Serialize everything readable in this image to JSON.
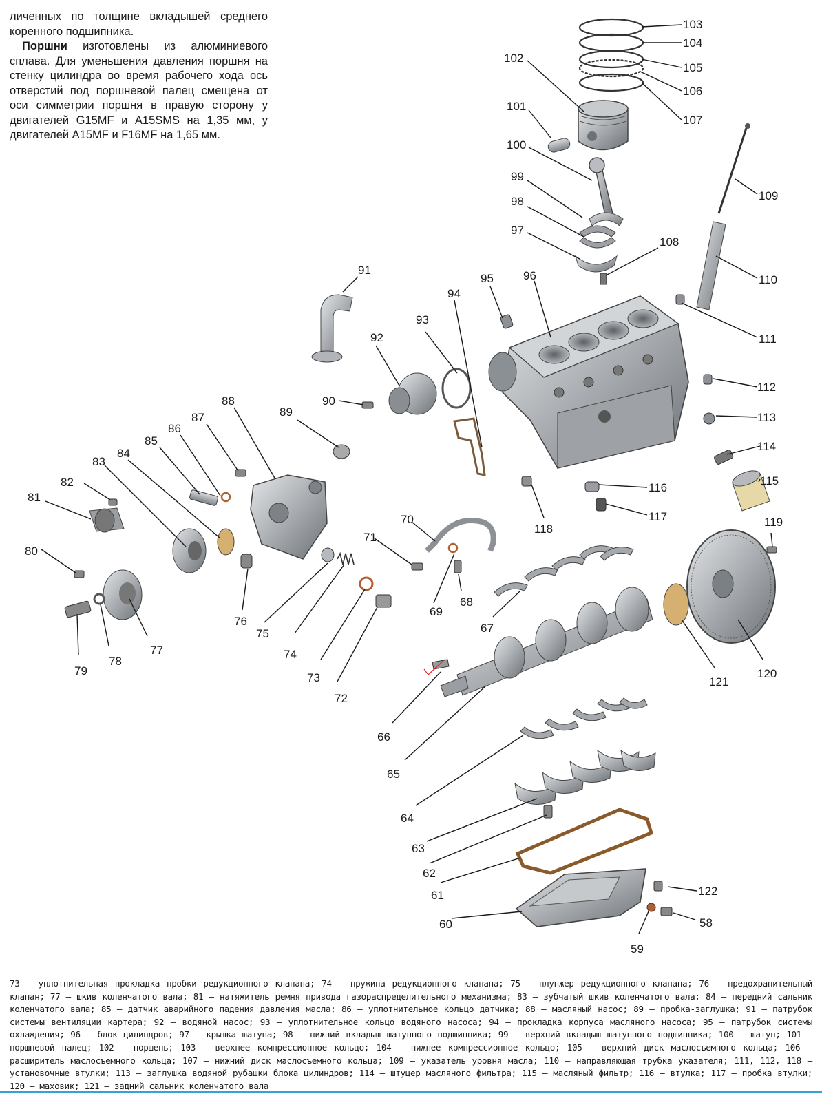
{
  "intro": {
    "para1": "личенных по толщине вкладышей среднего коренного подшипника.",
    "para2_bold": "Поршни",
    "para2_rest": " изготовлены из алюминиевого сплава. Для уменьшения давления поршня на стенку цилиндра во время рабочего хода ось отверстий под поршневой палец смещена от оси симметрии поршня в правую сторону у двигателей G15MF и A15SMS на 1,35 мм, у двигателей A15MF и F16MF на 1,65 мм."
  },
  "callouts": [
    "103",
    "104",
    "105",
    "106",
    "107",
    "102",
    "101",
    "100",
    "99",
    "98",
    "97",
    "108",
    "109",
    "110",
    "111",
    "91",
    "95",
    "96",
    "94",
    "93",
    "92",
    "90",
    "112",
    "113",
    "114",
    "115",
    "116",
    "117",
    "118",
    "119",
    "88",
    "89",
    "87",
    "86",
    "85",
    "84",
    "83",
    "82",
    "81",
    "80",
    "70",
    "71",
    "69",
    "68",
    "67",
    "76",
    "75",
    "74",
    "73",
    "72",
    "79",
    "78",
    "77",
    "120",
    "121",
    "66",
    "65",
    "64",
    "63",
    "62",
    "61",
    "122",
    "58",
    "60",
    "59"
  ],
  "caption": "73 – уплотнительная прокладка пробки редукционного клапана; 74 – пружина редукционного клапана; 75 – плунжер редукционного клапана; 76 – предохранительный клапан; 77 – шкив коленчатого вала; 81 – натяжитель ремня привода газораспределительного механизма; 83 – зубчатый шкив коленчатого вала; 84 – передний сальник коленчатого вала; 85 – датчик аварийного падения давления масла; 86 – уплотнительное кольцо датчика; 88 – масляный насос; 89 – пробка-заглушка; 91 – патрубок системы вентиляции картера; 92 – водяной насос; 93 – уплотнительное кольцо водяного насоса; 94 – прокладка корпуса масляного насоса; 95 – патрубок системы охлаждения; 96 – блок цилиндров; 97 – крышка шатуна; 98 – нижний вкладыш шатунного подшипника; 99 – верхний вкладыш шатунного подшипника; 100 – шатун; 101 – поршневой палец; 102 – поршень; 103 – верхнее компрессионное кольцо; 104 – нижнее компрессионное кольцо; 105 – верхний диск маслосъемного кольца; 106 – расширитель маслосъемного кольца; 107 – нижний диск маслосъемного кольца; 109 – указатель уровня масла; 110 – направляющая трубка указателя; 111, 112, 118 – установочные втулки; 113 – заглушка водяной рубашки блока цилиндров; 114 – штуцер масляного фильтра; 115 – масляный фильтр; 116 – втулка; 117 – пробка втулки; 120 – маховик; 121 – задний сальник коленчатого вала"
}
